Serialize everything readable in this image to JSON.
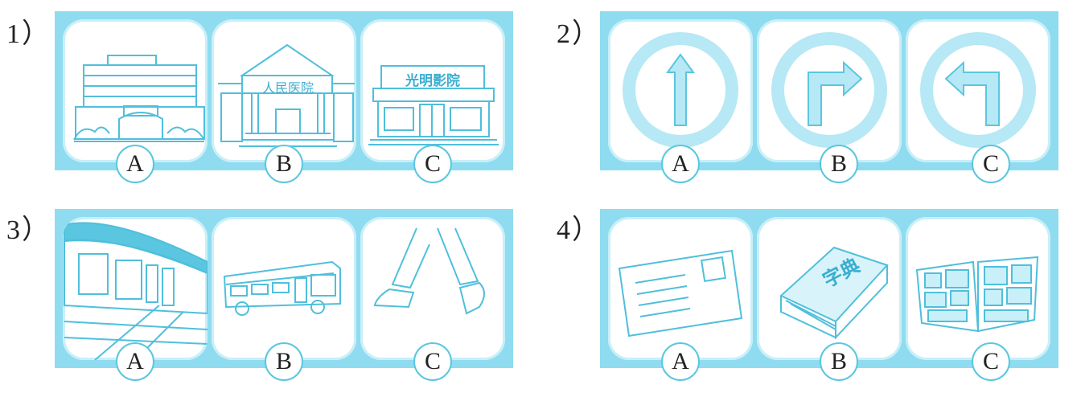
{
  "questions": [
    {
      "number": "1）",
      "options": [
        "A",
        "B",
        "C"
      ],
      "sign_texts": [
        "人民医院",
        "光明影院"
      ]
    },
    {
      "number": "2）",
      "options": [
        "A",
        "B",
        "C"
      ],
      "icons": [
        "straight-arrow-icon",
        "turn-right-arrow-icon",
        "turn-left-arrow-icon"
      ]
    },
    {
      "number": "3）",
      "options": [
        "A",
        "B",
        "C"
      ],
      "icons": [
        "subway-train-icon",
        "bus-icon",
        "walking-feet-icon"
      ]
    },
    {
      "number": "4）",
      "options": [
        "A",
        "B",
        "C"
      ],
      "icons": [
        "postcard-icon",
        "dictionary-icon",
        "picture-book-icon"
      ],
      "book_text": "字典"
    }
  ],
  "colors": {
    "panel": "#8fdcf0",
    "line": "#4fbfdc"
  }
}
